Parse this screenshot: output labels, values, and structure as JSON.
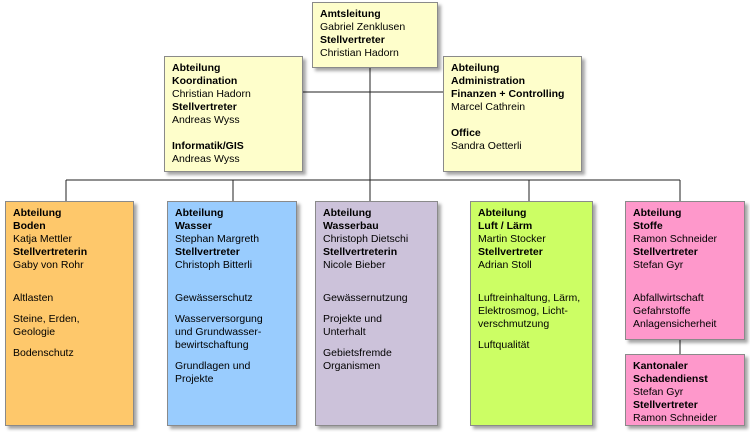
{
  "colors": {
    "yellow": "#fefecb",
    "orange": "#fec86b",
    "blue": "#99ccfe",
    "purple": "#ccc2da",
    "green": "#ccfe64",
    "pink": "#fe98cb"
  },
  "amtsleitung": {
    "title": "Amtsleitung",
    "name": "Gabriel Zenklusen",
    "deputy_label": "Stellvertreter",
    "deputy": "Christian Hadorn"
  },
  "koordination": {
    "title1": "Abteilung",
    "title2": "Koordination",
    "name": "Christian Hadorn",
    "deputy_label": "Stellvertreter",
    "deputy": "Andreas Wyss",
    "sub_title": "Informatik/GIS",
    "sub_name": "Andreas Wyss"
  },
  "administration": {
    "title1": "Abteilung",
    "title2": "Administration",
    "title3": "Finanzen + Controlling",
    "name": "Marcel Cathrein",
    "sub_title": "Office",
    "sub_name": "Sandra Oetterli"
  },
  "boden": {
    "title1": "Abteilung",
    "title2": "Boden",
    "name": "Katja Mettler",
    "deputy_label": "Stellvertreterin",
    "deputy": "Gaby von Rohr",
    "tasks": [
      "Altlasten",
      "Steine, Erden,",
      "Geologie",
      "Bodenschutz"
    ]
  },
  "wasser": {
    "title1": "Abteilung",
    "title2": "Wasser",
    "name": "Stephan Margreth",
    "deputy_label": "Stellvertreter",
    "deputy": "Christoph Bitterli",
    "tasks": [
      "Gewässerschutz",
      "Wasserversorgung",
      "und Grundwasser-",
      "bewirtschaftung",
      "Grundlagen und",
      "Projekte"
    ]
  },
  "wasserbau": {
    "title1": "Abteilung",
    "title2": "Wasserbau",
    "name": "Christoph Dietschi",
    "deputy_label": "Stellvertreterin",
    "deputy": "Nicole Bieber",
    "tasks": [
      "Gewässernutzung",
      "Projekte und",
      "Unterhalt",
      "Gebietsfremde",
      "Organismen"
    ]
  },
  "luft": {
    "title1": "Abteilung",
    "title2": "Luft / Lärm",
    "name": "Martin Stocker",
    "deputy_label": "Stellvertreter",
    "deputy": "Adrian Stoll",
    "tasks": [
      "Luftreinhaltung, Lärm,",
      "Elektrosmog, Licht-",
      "verschmutzung",
      "Luftqualität"
    ]
  },
  "stoffe": {
    "title1": "Abteilung",
    "title2": "Stoffe",
    "name": "Ramon Schneider",
    "deputy_label": "Stellvertreter",
    "deputy": "Stefan Gyr",
    "tasks": [
      "Abfallwirtschaft",
      "Gefahrstoffe",
      "Anlagensicherheit"
    ]
  },
  "schadendienst": {
    "title1": "Kantonaler",
    "title2": "Schadendienst",
    "name": "Stefan Gyr",
    "deputy_label": "Stellvertreter",
    "deputy": "Ramon Schneider"
  }
}
